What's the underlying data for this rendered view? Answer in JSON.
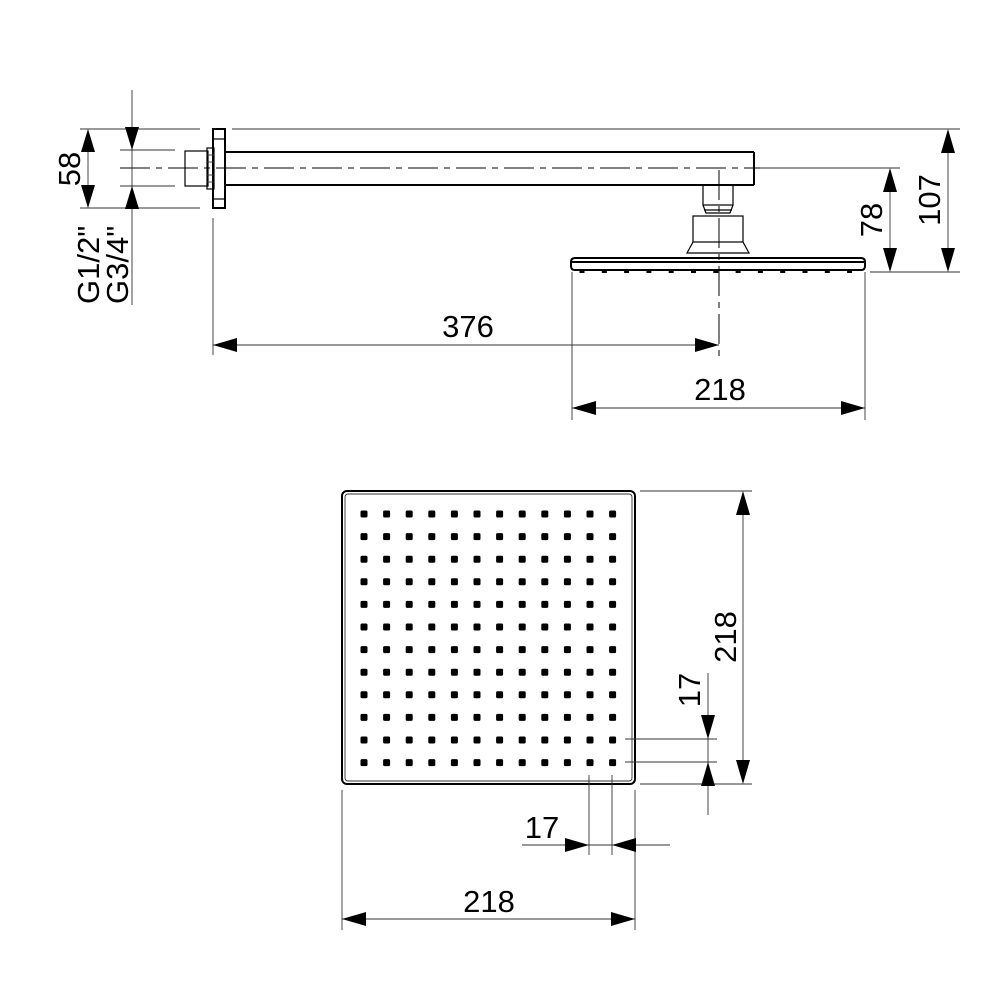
{
  "drawing": {
    "title": "Square rain shower head with wall arm – dimensional drawing",
    "side_view": {
      "labels": {
        "arm_height": "58",
        "thread_1": "G1/2\"",
        "thread_2": "G3/4\"",
        "head_drop": "78",
        "total_height": "107",
        "projection": "376",
        "head_width": "218"
      }
    },
    "top_view": {
      "labels": {
        "width": "218",
        "depth": "218",
        "nozzle_pitch_x": "17",
        "nozzle_pitch_y": "17"
      },
      "nozzle_grid": {
        "rows": 12,
        "columns": 12
      }
    },
    "colors": {
      "line": "#000000",
      "background": "#ffffff"
    }
  }
}
